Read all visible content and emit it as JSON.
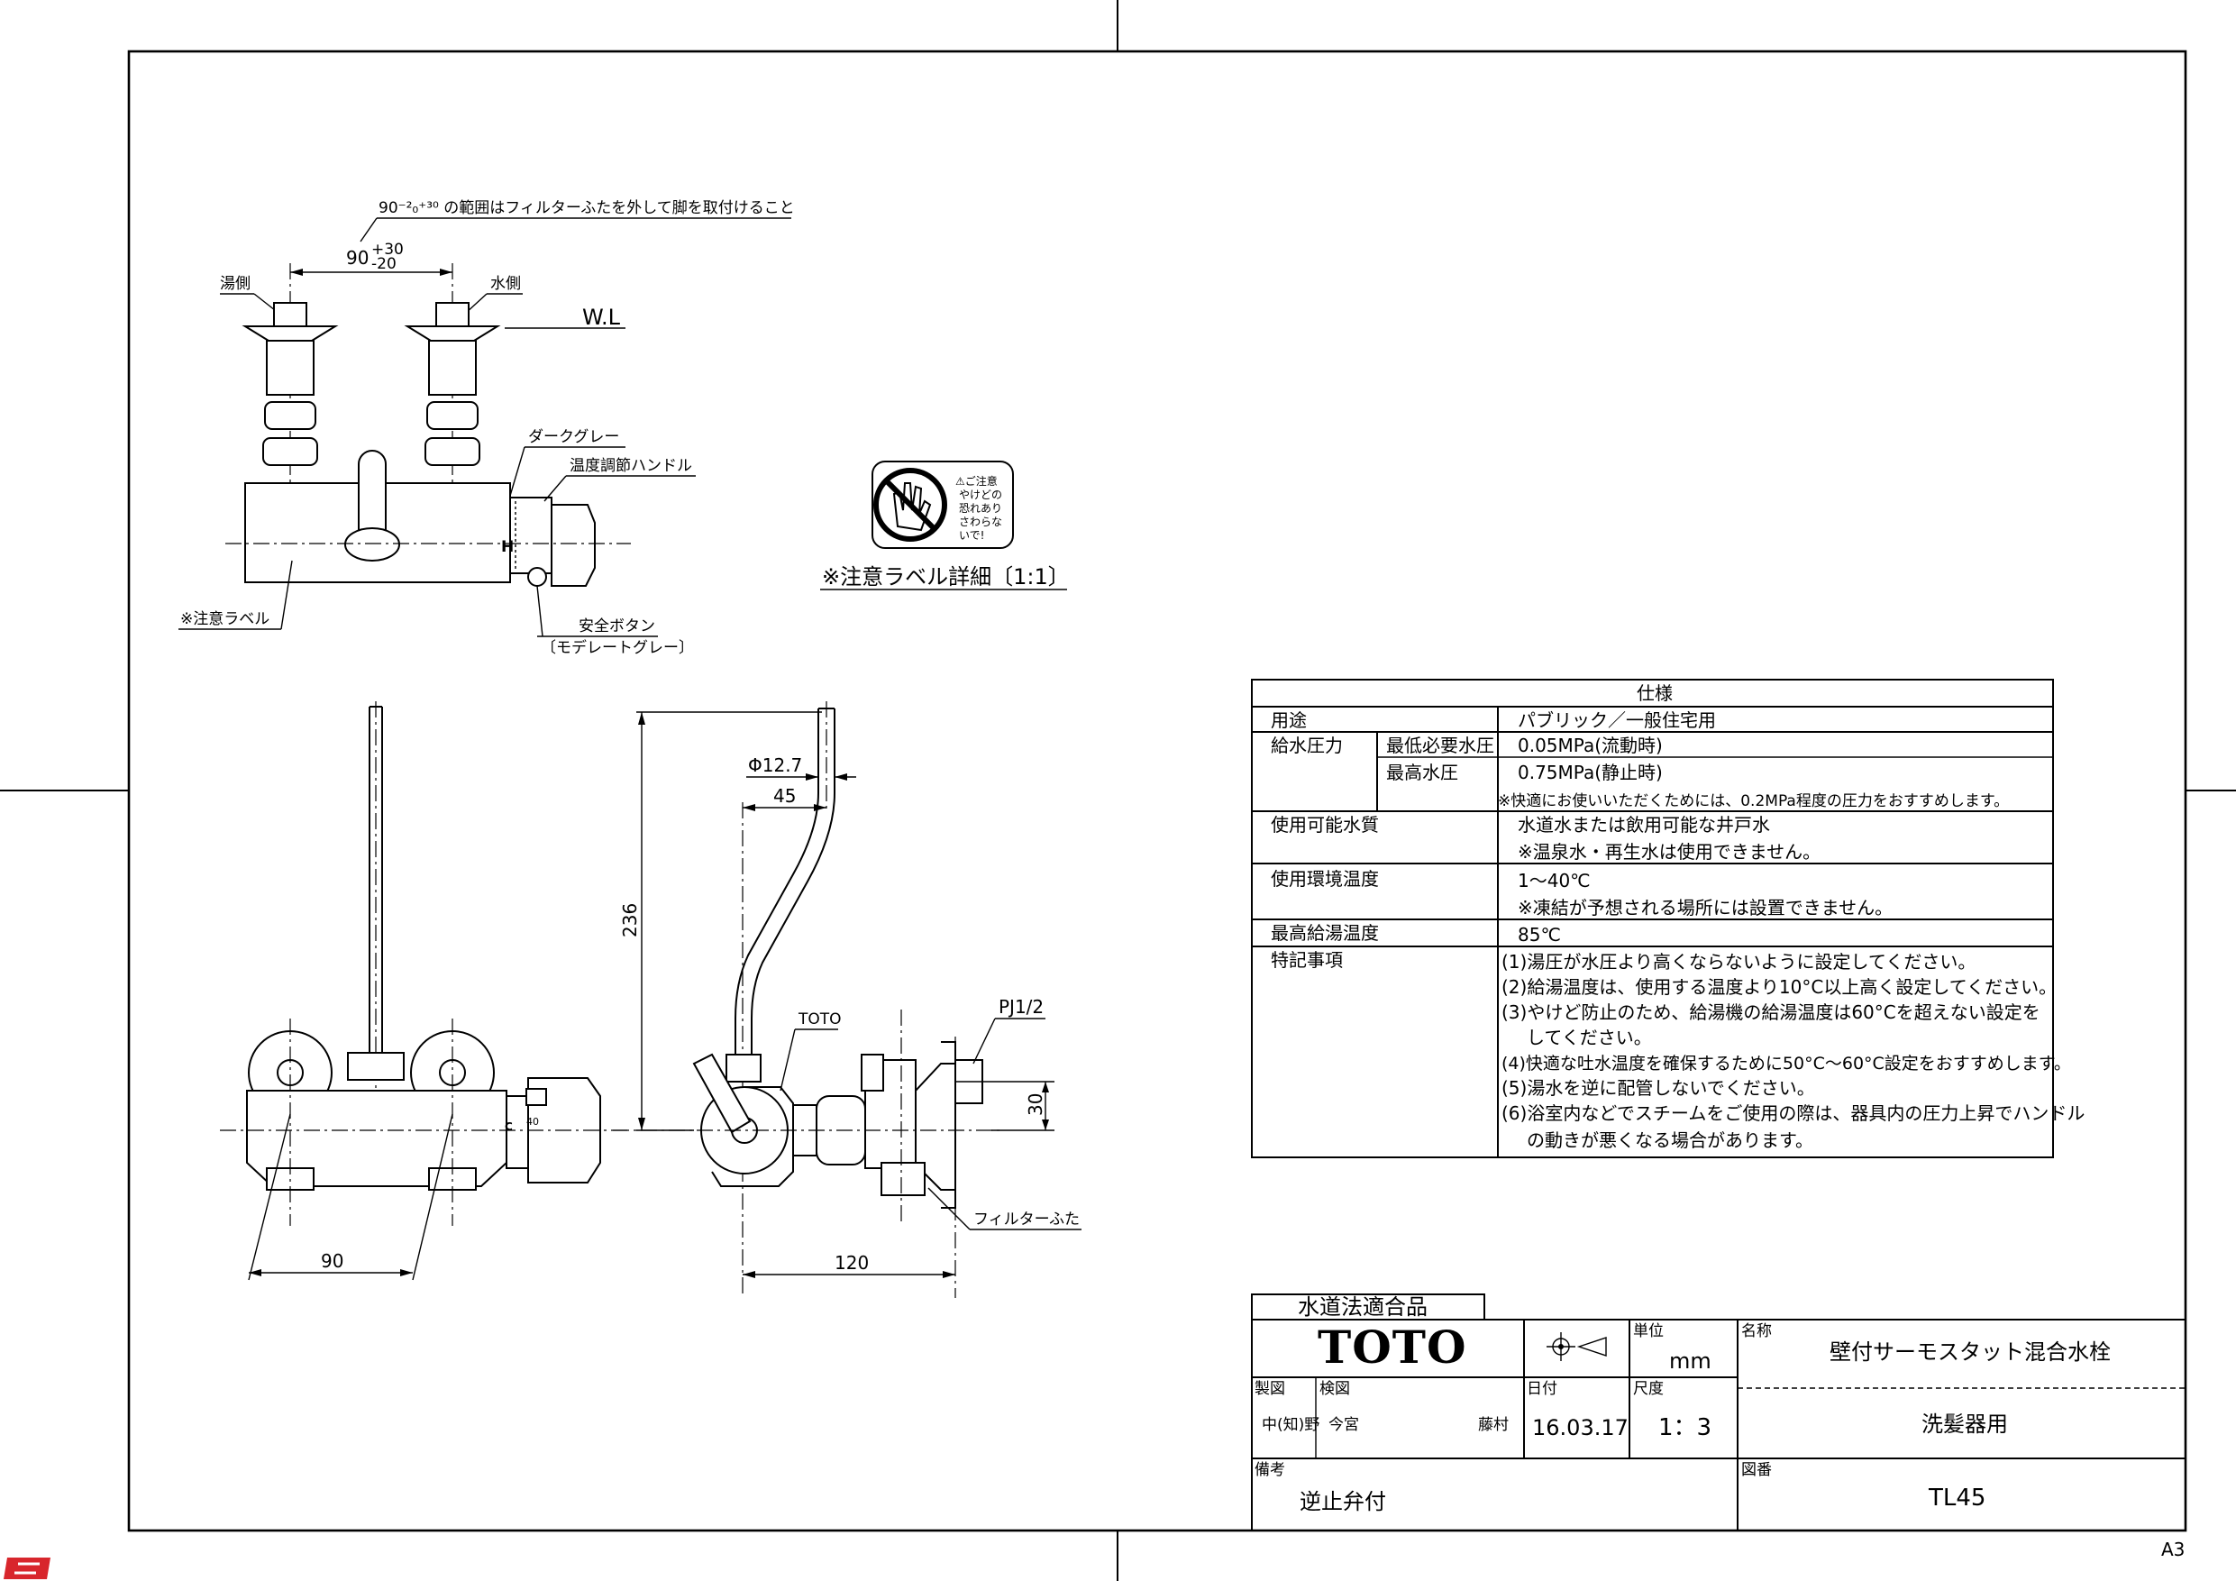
{
  "top_view": {
    "note_range": "90⁻²₀⁺³⁰ の範囲はフィルターふたを外して脚を取付けること",
    "dim_center_90": "90",
    "dim_tol_plus": "+30",
    "dim_tol_minus": "-20",
    "hot_side": "湯側",
    "cold_side": "水側",
    "water_level": "W.L",
    "dark_gray": "ダークグレー",
    "temp_handle": "温度調節ハンドル",
    "caution_label": "※注意ラベル",
    "safety_button": "安全ボタン",
    "moderate_gray": "〔モデレートグレー〕",
    "h_mark": "H"
  },
  "caution_label_detail": {
    "caption": "※注意ラベル詳細〔1:1〕",
    "label_lines": [
      "⚠ご注意",
      "やけどの",
      "恐れあり",
      "さわらな",
      "いで!"
    ]
  },
  "front_view": {
    "dim_90": "90",
    "dim_40": "40",
    "dim_c": "C"
  },
  "side_view": {
    "dim_phi": "Φ12.7",
    "dim_45": "45",
    "dim_236": "236",
    "dim_30": "30",
    "dim_120": "120",
    "toto_mark": "TOTO",
    "pj": "PJ1/2",
    "filter_cap": "フィルターふた"
  },
  "spec": {
    "title": "仕様",
    "rows": [
      {
        "label": "用途",
        "sub": "",
        "lines": [
          "パブリック／一般住宅用"
        ]
      },
      {
        "label": "給水圧力",
        "sub": "最低必要水圧",
        "lines": [
          "0.05MPa(流動時)"
        ]
      },
      {
        "label": "",
        "sub": "最高水圧",
        "lines": [
          "0.75MPa(静止時)",
          "※快適にお使いいただくためには、0.2MPa程度の圧力をおすすめします。"
        ]
      },
      {
        "label": "使用可能水質",
        "sub": "",
        "lines": [
          "水道水または飲用可能な井戸水",
          "※温泉水・再生水は使用できません。"
        ]
      },
      {
        "label": "使用環境温度",
        "sub": "",
        "lines": [
          "1～40℃",
          "※凍結が予想される場所には設置できません。"
        ]
      },
      {
        "label": "最高給湯温度",
        "sub": "",
        "lines": [
          "85℃"
        ]
      },
      {
        "label": "特記事項",
        "sub": "",
        "lines": [
          "(1)湯圧が水圧より高くならないように設定してください。",
          "(2)給湯温度は、使用する温度より10°C以上高く設定してください。",
          "(3)やけど防止のため、給湯機の給湯温度は60°Cを超えない設定を",
          "してください。",
          "(4)快適な吐水温度を確保するために50°C～60°C設定をおすすめします。",
          "(5)湯水を逆に配管しないでください。",
          "(6)浴室内などでスチームをご使用の際は、器具内の圧力上昇でハンドル",
          "の動きが悪くなる場合があります。"
        ]
      }
    ]
  },
  "title_block": {
    "compliance": "水道法適合品",
    "logo": "TOTO",
    "unit_label": "単位",
    "unit_value": "mm",
    "name_label": "名称",
    "name_value": "壁付サーモスタット混合水栓",
    "sub_name": "洗髪器用",
    "drawn_label": "製図",
    "drawn_name": "中(知)野",
    "checked_label": "検図",
    "checked_name": "今宮",
    "approved_name": "藤村",
    "date_label": "日付",
    "date_value": "16.03.17",
    "scale_label": "尺度",
    "scale_value": "1：3",
    "remarks_label": "備考",
    "remarks_value": "逆止弁付",
    "drawing_no_label": "図番",
    "drawing_no_value": "TL45"
  },
  "sheet_size": "A3"
}
